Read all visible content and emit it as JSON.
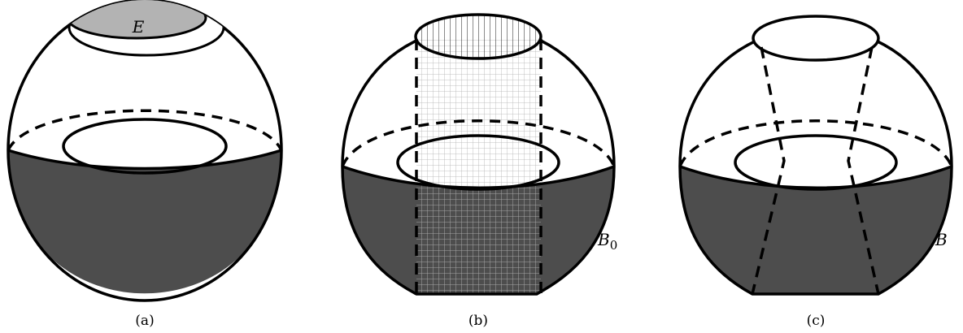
{
  "panels": [
    {
      "caption": "(a)",
      "label_E": "E"
    },
    {
      "caption": "(b)",
      "label_B": "B",
      "label_B_sub": "0"
    },
    {
      "caption": "(c)",
      "label_B": "B"
    }
  ],
  "colors": {
    "dark_fill": "#4d4d4d",
    "light_fill": "#b3b3b3",
    "stroke": "#000000",
    "grid": "#b0b0b0",
    "background": "#ffffff"
  }
}
